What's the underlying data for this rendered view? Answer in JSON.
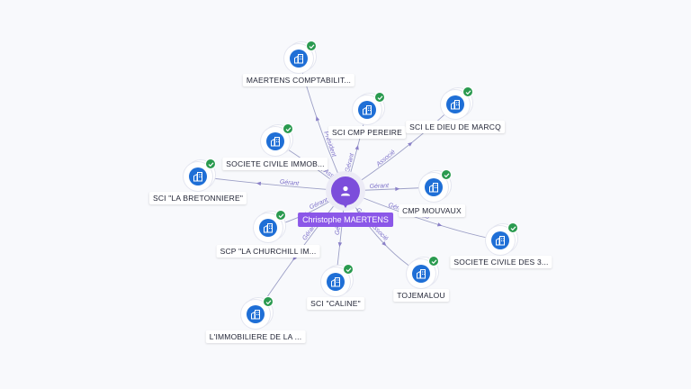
{
  "center": {
    "name": "Christophe MAERTENS",
    "icon": "person-icon",
    "color": "#8b57e8"
  },
  "nodes": [
    {
      "id": "maertens-comptabilite",
      "label": "MAERTENS COMPTABILIT...",
      "icon": "company-icon",
      "verified": true,
      "relation": "Président"
    },
    {
      "id": "sci-cmp-pereire",
      "label": "SCI CMP PEREIRE",
      "icon": "company-icon",
      "verified": true,
      "relation": "Gérant"
    },
    {
      "id": "sci-le-dieu-de-marcq",
      "label": "SCI LE DIEU DE MARCQ",
      "icon": "company-icon",
      "verified": true,
      "relation": "Associé"
    },
    {
      "id": "societe-civile-immob",
      "label": "SOCIETE CIVILE IMMOB...",
      "icon": "company-icon",
      "verified": true,
      "relation": "Gérant Associé"
    },
    {
      "id": "sci-la-bretonniere",
      "label": "SCI \"LA BRETONNIERE\"",
      "icon": "company-icon",
      "verified": true,
      "relation": "Gérant"
    },
    {
      "id": "cmp-mouvaux",
      "label": "CMP MOUVAUX",
      "icon": "company-icon",
      "verified": true,
      "relation": "Gérant"
    },
    {
      "id": "scp-la-churchill",
      "label": "SCP \"LA CHURCHILL IM...",
      "icon": "company-icon",
      "verified": true,
      "relation": "Gérant"
    },
    {
      "id": "societe-civile-des-3",
      "label": "SOCIETE CIVILE DES 3...",
      "icon": "company-icon",
      "verified": true,
      "relation": "Gérant Associé"
    },
    {
      "id": "sci-caline",
      "label": "SCI \"CALINE\"",
      "icon": "company-icon",
      "verified": true,
      "relation": "Gérant"
    },
    {
      "id": "tojemalou",
      "label": "TOJEMALOU",
      "icon": "company-icon",
      "verified": true,
      "relation": "Gérant Associé"
    },
    {
      "id": "limmobiliere-de-la",
      "label": "L'IMMOBILIERE DE LA ...",
      "icon": "company-icon",
      "verified": true,
      "relation": "Gérant"
    }
  ],
  "colors": {
    "company": "#1f6fd6",
    "verified": "#2a9a4f",
    "edge": "#9c9fc6",
    "edge_label": "#7b6fc9"
  }
}
